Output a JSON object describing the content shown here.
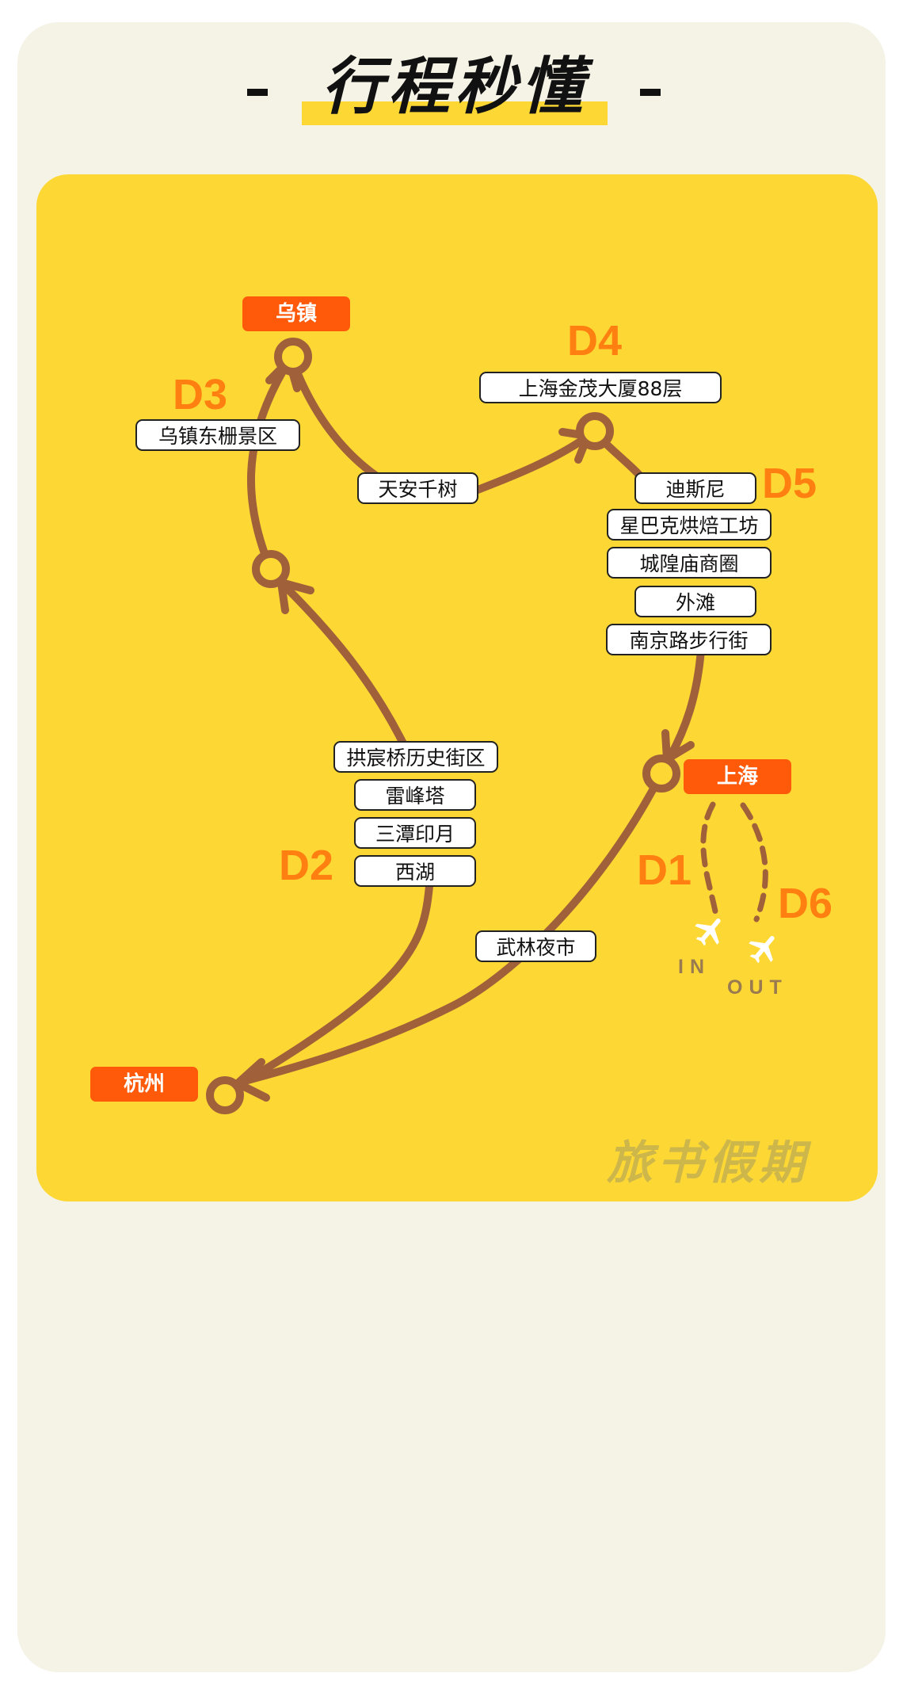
{
  "title": "行程秒懂",
  "cities": {
    "wuzhen": "乌镇",
    "shanghai": "上海",
    "hangzhou": "杭州"
  },
  "days": {
    "d1": "D1",
    "d2": "D2",
    "d3": "D3",
    "d4": "D4",
    "d5": "D5",
    "d6": "D6"
  },
  "stops": {
    "d3_1": "乌镇东栅景区",
    "d4_1": "上海金茂大厦88层",
    "tianan": "天安千树",
    "d5": [
      "迪斯尼",
      "星巴克烘焙工坊",
      "城隍庙商圈",
      "外滩",
      "南京路步行街"
    ],
    "d2": [
      "拱宸桥历史街区",
      "雷峰塔",
      "三潭印月",
      "西湖"
    ],
    "wulin": "武林夜市"
  },
  "flight": {
    "in": "IN",
    "out": "OUT"
  },
  "watermark": "旅书假期",
  "colors": {
    "background": "#f5f2e6",
    "map": "#fdd835",
    "route": "#a0603a",
    "city_label": "#ff5a0a",
    "day_label": "#ff7f11",
    "title_highlight": "#fdd835"
  }
}
